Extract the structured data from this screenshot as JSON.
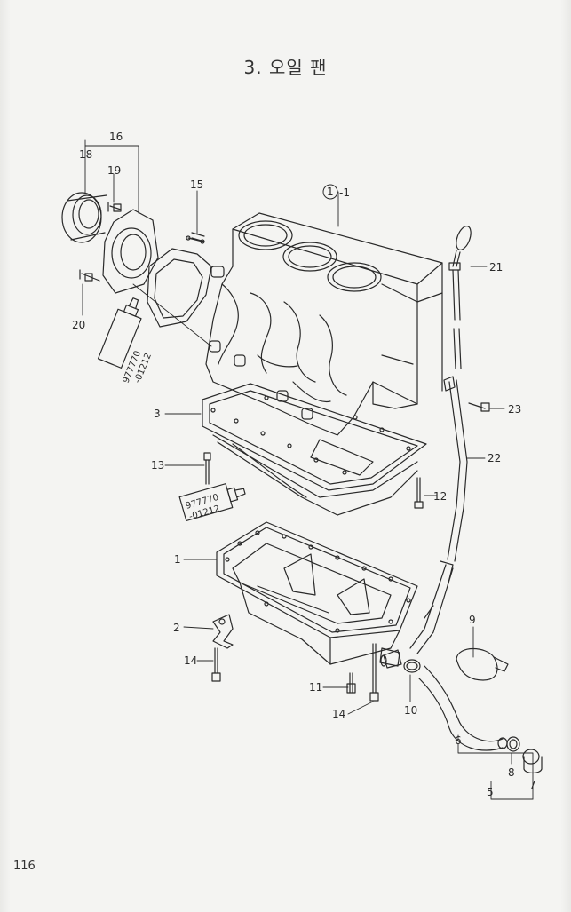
{
  "page": {
    "title": "3. 오일 팬",
    "page_number": "116"
  },
  "callouts": [
    {
      "id": "c1",
      "label": "①-1"
    },
    {
      "id": "c1b",
      "label": "1"
    },
    {
      "id": "c2",
      "label": "2"
    },
    {
      "id": "c3",
      "label": "3"
    },
    {
      "id": "c5",
      "label": "5"
    },
    {
      "id": "c6",
      "label": "6"
    },
    {
      "id": "c7",
      "label": "7"
    },
    {
      "id": "c8",
      "label": "8"
    },
    {
      "id": "c9",
      "label": "9"
    },
    {
      "id": "c10",
      "label": "10"
    },
    {
      "id": "c11",
      "label": "11"
    },
    {
      "id": "c12",
      "label": "12"
    },
    {
      "id": "c13",
      "label": "13"
    },
    {
      "id": "c14a",
      "label": "14"
    },
    {
      "id": "c14b",
      "label": "14"
    },
    {
      "id": "c15",
      "label": "15"
    },
    {
      "id": "c16",
      "label": "16"
    },
    {
      "id": "c18",
      "label": "18"
    },
    {
      "id": "c19",
      "label": "19"
    },
    {
      "id": "c20",
      "label": "20"
    },
    {
      "id": "c21",
      "label": "21"
    },
    {
      "id": "c22",
      "label": "22"
    },
    {
      "id": "c23",
      "label": "23"
    }
  ],
  "sealant_tubes": [
    {
      "id": "t1",
      "line1": "977770",
      "line2": "-01212"
    },
    {
      "id": "t2",
      "line1": "977770",
      "line2": "-01212"
    }
  ]
}
